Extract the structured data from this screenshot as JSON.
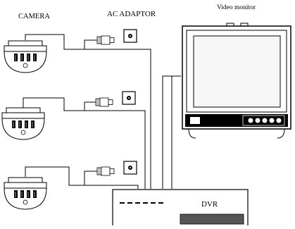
{
  "labels": {
    "camera": "CAMERA",
    "ac_adaptor": "AC ADAPTOR",
    "video_monitor": "Video monitor",
    "dvr": "DVR"
  },
  "colors": {
    "line": "#000000",
    "background": "#ffffff",
    "screen": "#f7f7f7",
    "dvr_slot": "#555555"
  },
  "icons": {
    "camera": "dome-camera-icon",
    "ac_adaptor": "power-plug-adaptor-icon",
    "outlet": "power-outlet-icon"
  },
  "cameras": [
    {
      "id": "camera-1"
    },
    {
      "id": "camera-2"
    },
    {
      "id": "camera-3"
    }
  ]
}
